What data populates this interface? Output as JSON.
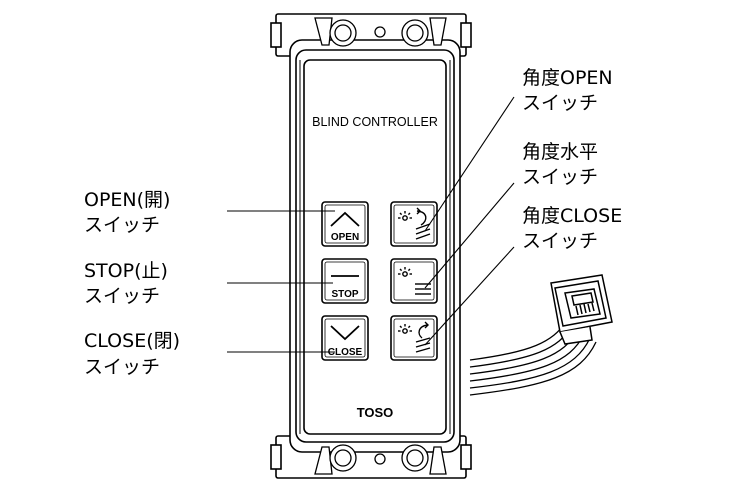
{
  "device": {
    "header": "BLIND CONTROLLER",
    "brand": "TOSO",
    "buttons": {
      "open": "OPEN",
      "stop": "STOP",
      "close": "CLOSE"
    },
    "icons": [
      "angle-open-icon",
      "angle-horizontal-icon",
      "angle-close-icon",
      "rj-connector-icon"
    ]
  },
  "callouts": {
    "open_title": "OPEN(開)",
    "open_sub": "スイッチ",
    "stop_title": "STOP(止)",
    "stop_sub": "スイッチ",
    "close_title": "CLOSE(閉)",
    "close_sub": "スイッチ",
    "angle_open_title": "角度OPEN",
    "angle_open_sub": "スイッチ",
    "angle_level_title": "角度水平",
    "angle_level_sub": "スイッチ",
    "angle_close_title": "角度CLOSE",
    "angle_close_sub": "スイッチ"
  }
}
